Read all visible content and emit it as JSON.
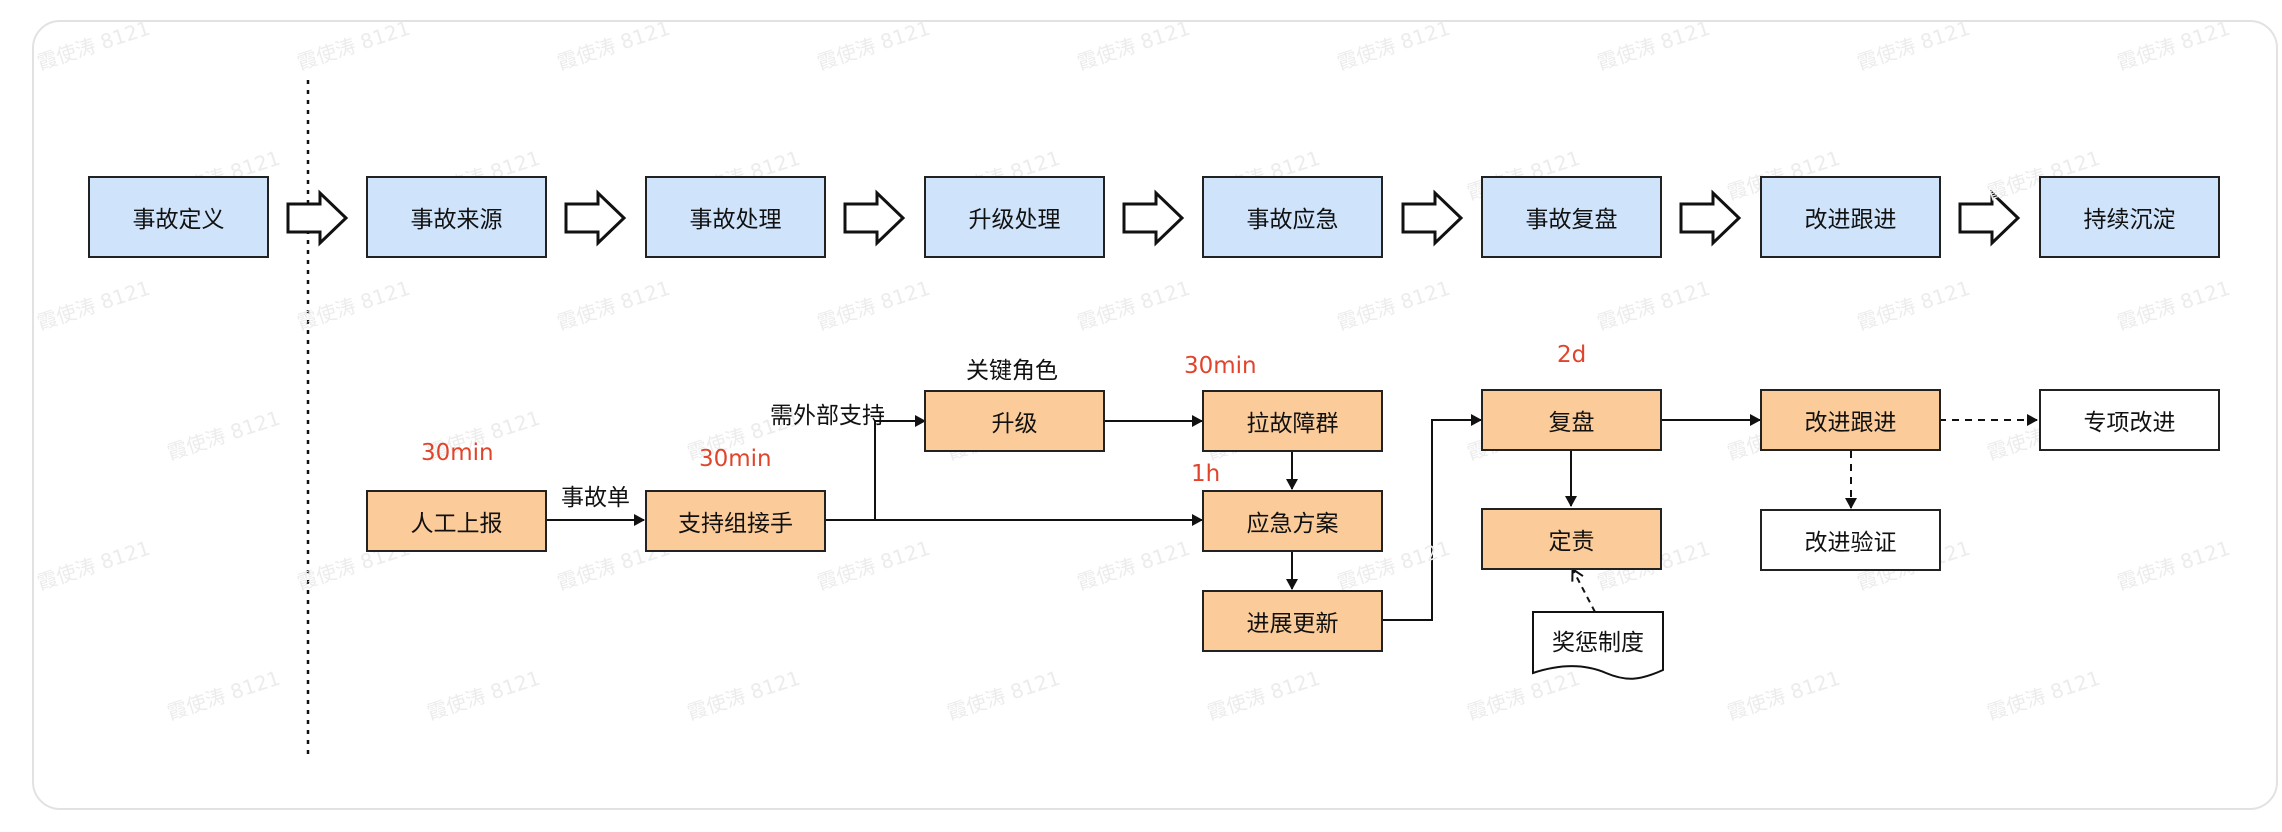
{
  "stages": [
    "事故定义",
    "事故来源",
    "事故处理",
    "升级处理",
    "事故应急",
    "事故复盘",
    "改进跟进",
    "持续沉淀"
  ],
  "nodes": {
    "manual_report": "人工上报",
    "support_team": "支持组接手",
    "escalate": "升级",
    "fault_group": "拉故障群",
    "emergency_plan": "应急方案",
    "progress_update": "进展更新",
    "review": "复盘",
    "accountability": "定责",
    "improve_follow": "改进跟进",
    "special_improve": "专项改进",
    "improve_verify": "改进验证",
    "reward_punish": "奖惩制度"
  },
  "labels": {
    "incident_ticket": "事故单",
    "need_external": "需外部支持",
    "key_role": "关键角色"
  },
  "timings": {
    "report": "30min",
    "support": "30min",
    "fault_group": "30min",
    "emergency": "1h",
    "review": "2d"
  },
  "watermark": "霞使涛 8121",
  "colors": {
    "stage_fill": "#cfe3fb",
    "step_fill": "#fbcc99",
    "timing": "#e0452c"
  }
}
